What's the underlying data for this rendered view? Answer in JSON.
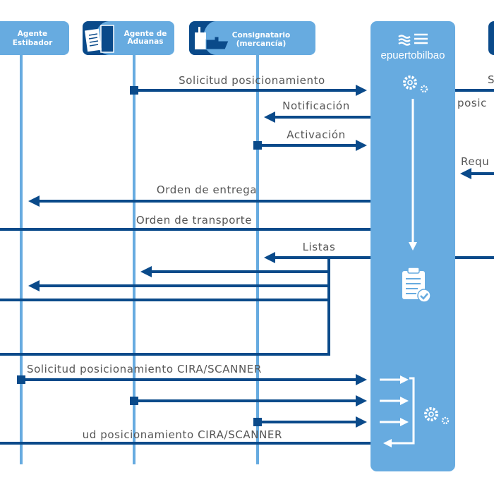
{
  "colors": {
    "lifeline": "#67abe0",
    "message": "#0a4a8a",
    "label": "#555555"
  },
  "actors": [
    {
      "name_line1": "Agente",
      "name_line2": "Estibador"
    },
    {
      "name_line1": "Agente de",
      "name_line2": "Aduanas",
      "icon": "clipboard-document-icon"
    },
    {
      "name_line1": "Consignatario",
      "name_line2": "(mercancía)",
      "icon": "ship-icon"
    }
  ],
  "system": {
    "logo_text": "epuertobilbao"
  },
  "messages": {
    "m1": "Solicitud posicionamiento",
    "m2": "Notificación",
    "m3": "Activación",
    "m4": "Orden de entrega",
    "m5": "Orden de transporte",
    "m6": "Listas",
    "m7": "Solicitud posicionamiento CIRA/SCANNER",
    "m8": "ud posicionamiento CIRA/SCANNER"
  },
  "right_labels": {
    "r1": "S",
    "r2": "posic",
    "r3": "Requ"
  }
}
